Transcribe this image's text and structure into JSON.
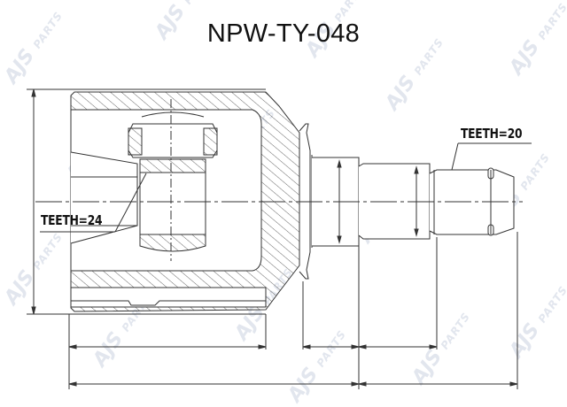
{
  "drawing": {
    "part_number": "NPW-TY-048",
    "inner_label": "TEETH=24",
    "outer_label": "TEETH=20",
    "watermark_text": "AJS",
    "watermark_sub": "PARTS",
    "line_color": "#333333",
    "hatch_color": "#555555",
    "watermark_color": "#e2e6ee"
  }
}
